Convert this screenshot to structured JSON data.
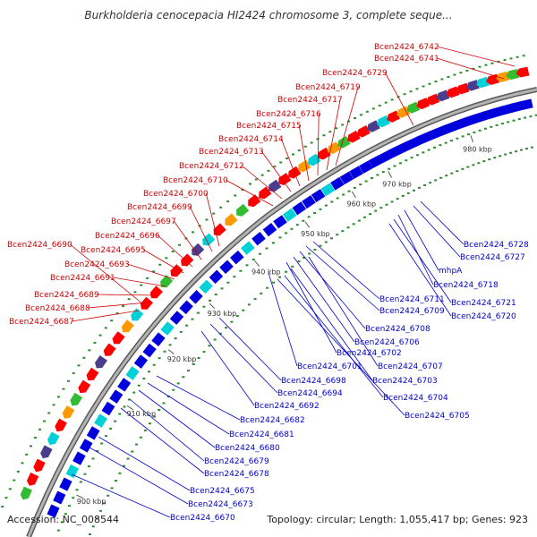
{
  "title": "Burkholderia cenocepacia HI2424 chromosome 3, complete seque...",
  "footer": {
    "accession": "Accession: NC_008544",
    "summary": "Topology: circular; Length: 1,055,417 bp; Genes: 923"
  },
  "colors": {
    "forward_label": "#cc0000",
    "reverse_label": "#0000cc",
    "backbone": "#8c8c8c",
    "dots": "#2e8b2e",
    "gene_forward": "#ff0000",
    "gene_reverse": "#0000dd",
    "gene_cyan": "#00d0d8",
    "gene_purple": "#4b3c8c",
    "gene_orange": "#ff9900",
    "gene_green": "#33bb33",
    "gene_grey": "#c8c8c8",
    "gene_slate": "#4466aa"
  },
  "ticks": [
    {
      "label": "900 kbp"
    },
    {
      "label": "910 kbp"
    },
    {
      "label": "920 kbp"
    },
    {
      "label": "930 kbp"
    },
    {
      "label": "940 kbp"
    },
    {
      "label": "950 kbp"
    },
    {
      "label": "960 kbp"
    },
    {
      "label": "970 kbp"
    },
    {
      "label": "980 kbp"
    }
  ],
  "forward_labels": [
    "Bcen2424_6742",
    "Bcen2424_6741",
    "Bcen2424_6729",
    "Bcen2424_6719",
    "Bcen2424_6717",
    "Bcen2424_6716",
    "Bcen2424_6715",
    "Bcen2424_6714",
    "Bcen2424_6713",
    "Bcen2424_6712",
    "Bcen2424_6710",
    "Bcen2424_6700",
    "Bcen2424_6699",
    "Bcen2424_6697",
    "Bcen2424_6696",
    "Bcen2424_6690",
    "Bcen2424_6695",
    "Bcen2424_6693",
    "Bcen2424_6691",
    "Bcen2424_6689",
    "Bcen2424_6688",
    "Bcen2424_6687"
  ],
  "reverse_labels": [
    "Bcen2424_6728",
    "Bcen2424_6727",
    "mhpA",
    "Bcen2424_6718",
    "Bcen2424_6711",
    "Bcen2424_6721",
    "Bcen2424_6709",
    "Bcen2424_6720",
    "Bcen2424_6708",
    "Bcen2424_6706",
    "Bcen2424_6702",
    "Bcen2424_6707",
    "Bcen2424_6701",
    "Bcen2424_6703",
    "Bcen2424_6698",
    "Bcen2424_6694",
    "Bcen2424_6704",
    "Bcen2424_6692",
    "Bcen2424_6705",
    "Bcen2424_6682",
    "Bcen2424_6681",
    "Bcen2424_6680",
    "Bcen2424_6679",
    "Bcen2424_6678",
    "Bcen2424_6675",
    "Bcen2424_6673",
    "Bcen2424_6670"
  ]
}
